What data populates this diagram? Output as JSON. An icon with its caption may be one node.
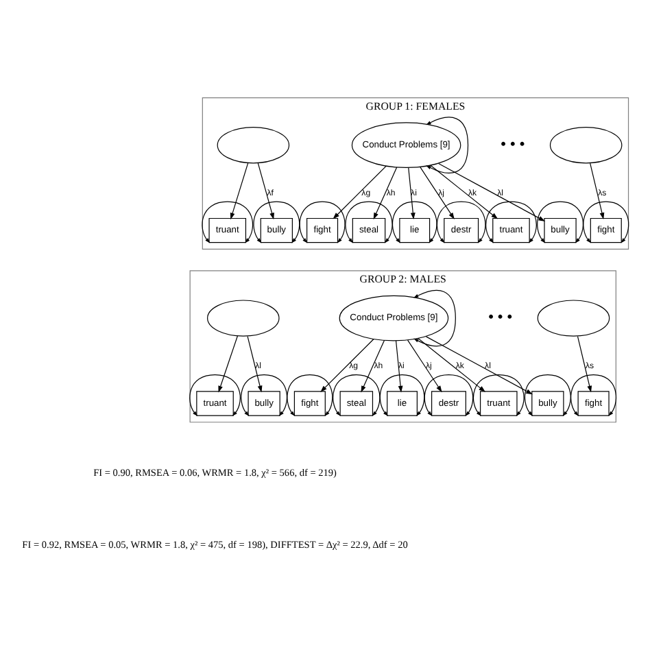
{
  "diagram": {
    "nodes": [
      {
        "text": [
          "GROUP 1: FEMALES"
        ]
      },
      {
        "text": [],
        "shape": "ellipse",
        "in": 0
      },
      {
        "text": [
          "truant"
        ],
        "in": 0
      },
      {
        "text": [
          "bully"
        ],
        "in": 0
      },
      {
        "text": [
          "Conduct Problems [9]"
        ],
        "in": 0
      },
      {
        "text": [
          "fight"
        ],
        "in": 0
      },
      {
        "text": [
          "steal"
        ],
        "in": 0
      },
      {
        "text": [
          "lie"
        ],
        "in": 0
      },
      {
        "text": [
          "destr"
        ],
        "in": 0
      },
      {
        "text": [
          "truant"
        ],
        "in": 0
      },
      {
        "text": [
          "bully"
        ],
        "in": 0
      },
      {
        "text": [],
        "shape": "ellipse",
        "in": 0
      },
      {
        "text": [
          "fight"
        ],
        "in": 0
      },
      {
        "text": [
          "GROUP 2: MALES"
        ]
      },
      {
        "text": [],
        "shape": "ellipse",
        "in": 13
      },
      {
        "text": [
          "truant"
        ],
        "in": 13
      },
      {
        "text": [
          "bully"
        ],
        "in": 13
      },
      {
        "text": [
          "Conduct Problems [9]"
        ],
        "in": 13
      },
      {
        "text": [
          "fight"
        ],
        "in": 13
      },
      {
        "text": [
          "steal"
        ],
        "in": 13
      },
      {
        "text": [
          "lie"
        ],
        "in": 13
      },
      {
        "text": [
          "destr"
        ],
        "in": 13
      },
      {
        "text": [
          "truant"
        ],
        "in": 13
      },
      {
        "text": [
          "bully"
        ],
        "in": 13
      },
      {
        "text": [],
        "shape": "ellipse",
        "in": 13
      },
      {
        "text": [
          "fight"
        ],
        "in": 13
      }
    ],
    "edges": [
      {
        "from": 1,
        "to": 2,
        "arrow": "to"
      },
      {
        "from": 1,
        "to": 3,
        "arrow": "to",
        "label": "λf"
      },
      {
        "from": 4,
        "to": 4,
        "arrow": "both"
      },
      {
        "from": 4,
        "to": 5,
        "arrow": "to",
        "label": "λg"
      },
      {
        "from": 4,
        "to": 6,
        "arrow": "to",
        "label": "λh"
      },
      {
        "from": 4,
        "to": 7,
        "arrow": "to",
        "label": "λi"
      },
      {
        "from": 4,
        "to": 8,
        "arrow": "to",
        "label": "λj"
      },
      {
        "from": 4,
        "to": 9,
        "arrow": "to",
        "label": "λk"
      },
      {
        "from": 4,
        "to": 10,
        "arrow": "to",
        "label": "λl"
      },
      {
        "from": 11,
        "to": 12,
        "arrow": "to",
        "label": "λs"
      },
      {
        "from": 2,
        "to": 2,
        "arrow": "both"
      },
      {
        "from": 3,
        "to": 3,
        "arrow": "both"
      },
      {
        "from": 5,
        "to": 5,
        "arrow": "both"
      },
      {
        "from": 6,
        "to": 6,
        "arrow": "both"
      },
      {
        "from": 7,
        "to": 7,
        "arrow": "both"
      },
      {
        "from": 8,
        "to": 8,
        "arrow": "both"
      },
      {
        "from": 9,
        "to": 9,
        "arrow": "both"
      },
      {
        "from": 10,
        "to": 10,
        "arrow": "both"
      },
      {
        "from": 12,
        "to": 12,
        "arrow": "both"
      },
      {
        "from": 14,
        "to": 15,
        "arrow": "to"
      },
      {
        "from": 14,
        "to": 16,
        "arrow": "to",
        "label": "λl"
      },
      {
        "from": 17,
        "to": 17,
        "arrow": "both"
      },
      {
        "from": 17,
        "to": 18,
        "arrow": "to",
        "label": "λg"
      },
      {
        "from": 17,
        "to": 19,
        "arrow": "to",
        "label": "λh"
      },
      {
        "from": 17,
        "to": 20,
        "arrow": "to",
        "label": "λi"
      },
      {
        "from": 17,
        "to": 21,
        "arrow": "to",
        "label": "λj"
      },
      {
        "from": 17,
        "to": 22,
        "arrow": "to",
        "label": "λk"
      },
      {
        "from": 17,
        "to": 23,
        "arrow": "to",
        "label": "λl"
      },
      {
        "from": 24,
        "to": 25,
        "arrow": "to",
        "label": "λs"
      },
      {
        "from": 15,
        "to": 15,
        "arrow": "both"
      },
      {
        "from": 16,
        "to": 16,
        "arrow": "both"
      },
      {
        "from": 18,
        "to": 18,
        "arrow": "both"
      },
      {
        "from": 19,
        "to": 19,
        "arrow": "both"
      },
      {
        "from": 20,
        "to": 20,
        "arrow": "both"
      },
      {
        "from": 21,
        "to": 21,
        "arrow": "both"
      },
      {
        "from": 22,
        "to": 22,
        "arrow": "both"
      },
      {
        "from": 23,
        "to": 23,
        "arrow": "both"
      },
      {
        "from": 25,
        "to": 25,
        "arrow": "both"
      }
    ],
    "labels": [
      "• • •",
      "• • •",
      "FI = 0.90, RMSEA = 0.06, WRMR = 1.8, χ² = 566, df = 219)",
      "FI = 0.92, RMSEA = 0.05, WRMR = 1.8, χ² = 475, df = 198), DIFFTEST = Δχ² = 22.9, Δdf = 20"
    ]
  }
}
